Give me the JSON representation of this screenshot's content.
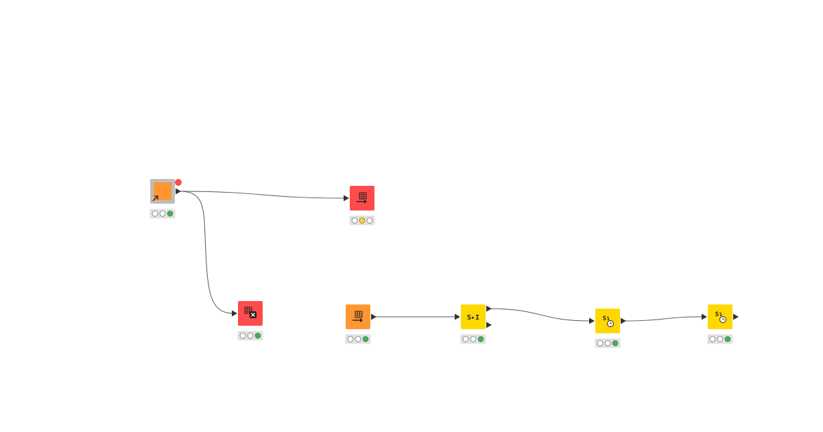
{
  "colors": {
    "background": "#ffffff",
    "source": "#FF9632",
    "sink": "#FF4B4B",
    "manipulator": "#FFD800",
    "component_frame": "#bdbdbd",
    "status_tray": "#e4e4e4",
    "traffic_idle": "#ffffff",
    "traffic_configured": "#FFD800",
    "traffic_executed": "#3CB44B",
    "error_dot": "#FF4B4B",
    "connection": "#555555",
    "port": "#333333"
  },
  "nodes": [
    {
      "id": "component",
      "kind": "component",
      "icon": "arrow-out-icon",
      "state": "executed",
      "has_error_dot": true
    },
    {
      "id": "table-writer-1",
      "kind": "sink",
      "icon": "table-writer-icon",
      "state": "configured"
    },
    {
      "id": "table-writer-delete",
      "kind": "sink",
      "icon": "table-delete-icon",
      "state": "executed"
    },
    {
      "id": "table-reader",
      "kind": "source",
      "icon": "table-reader-icon",
      "state": "executed"
    },
    {
      "id": "string-to-integer",
      "kind": "manipulator",
      "icon": "string-to-integer-icon",
      "icon_text": "S▸I",
      "state": "executed"
    },
    {
      "id": "string-to-datetime-1",
      "kind": "manipulator",
      "icon": "string-to-datetime-icon",
      "icon_text": "S↴",
      "state": "executed"
    },
    {
      "id": "string-to-datetime-2",
      "kind": "manipulator",
      "icon": "string-to-datetime-icon",
      "icon_text": "S↴",
      "state": "executed"
    }
  ],
  "connections": [
    {
      "from": "component",
      "to": "table-writer-1"
    },
    {
      "from": "component",
      "to": "table-writer-delete"
    },
    {
      "from": "table-reader",
      "to": "string-to-integer"
    },
    {
      "from": "string-to-integer",
      "to": "string-to-datetime-1"
    },
    {
      "from": "string-to-datetime-1",
      "to": "string-to-datetime-2"
    }
  ]
}
